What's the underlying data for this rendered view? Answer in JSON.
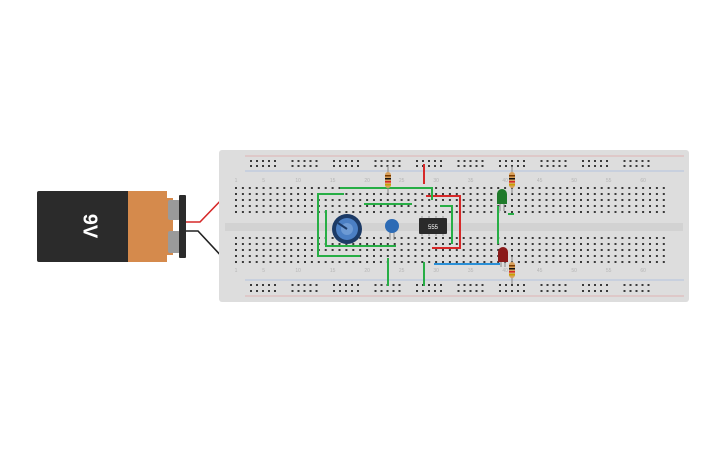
{
  "battery": {
    "label": "9V",
    "colors": {
      "body": "#2b2b2b",
      "band": "#d58a4c",
      "terminal": "#9a9a9a"
    }
  },
  "breadboard": {
    "color": "#dddddd",
    "hole_color": "#3a3a3a",
    "column_numbers": [
      "1",
      "5",
      "10",
      "15",
      "20",
      "25",
      "30",
      "35",
      "40",
      "45",
      "50",
      "55",
      "60"
    ]
  },
  "chip": {
    "label": "555",
    "color": "#2a2a2a"
  },
  "components": {
    "potentiometer": "potentiometer-icon",
    "capacitor": "ceramic-capacitor-icon",
    "led_green": "green-led-icon",
    "led_red": "red-led-icon",
    "resistor": "resistor-icon"
  },
  "wire_colors": {
    "positive": "#d62828",
    "negative": "#222222",
    "signal": "#27ae45",
    "link": "#2a8fd6"
  }
}
